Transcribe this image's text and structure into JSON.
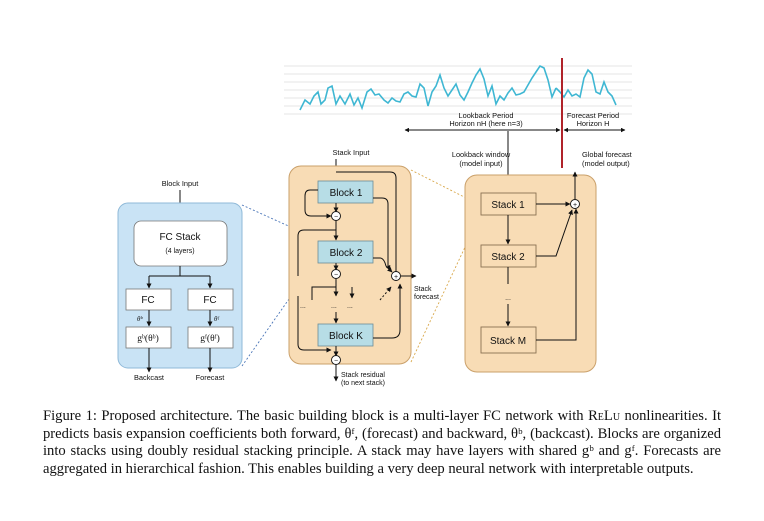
{
  "diagram": {
    "block": {
      "input": "Block Input",
      "fc_stack": "FC Stack",
      "fc_stack_sub": "(4 layers)",
      "fc_left": "FC",
      "fc_right": "FC",
      "theta_b": "θᵇ",
      "theta_f": "θᶠ",
      "g_b": "gᵇ(θᵇ)",
      "g_f": "gᶠ(θᶠ)",
      "backcast": "Backcast",
      "forecast": "Forecast"
    },
    "stack": {
      "input": "Stack Input",
      "block1": "Block 1",
      "block2": "Block 2",
      "blockK": "Block K",
      "dots": "...",
      "stack_forecast_1": "Stack",
      "stack_forecast_2": "forecast",
      "residual_1": "Stack residual",
      "residual_2": "(to next stack)"
    },
    "model": {
      "lookback_window_1": "Lookback window",
      "lookback_window_2": "(model input)",
      "global_forecast_1": "Global forecast",
      "global_forecast_2": "(model output)",
      "stack1": "Stack 1",
      "stack2": "Stack 2",
      "stackM": "Stack M",
      "dots": "..."
    },
    "timeseries": {
      "lookback_1": "Lookback Period",
      "lookback_2": "Horizon nH (here n=3)",
      "forecast_1": "Forecast Period",
      "forecast_2": "Horizon H"
    }
  },
  "caption": {
    "p1": "Figure 1: Proposed architecture. The basic building block is a multi-layer FC network with ",
    "relu": "ReLu",
    "p2": " nonlinearities. It predicts basis expansion coefficients both forward, θᶠ, (forecast) and backward, θᵇ, (backcast). Blocks are organized into stacks using doubly residual stacking principle. A stack may have layers with shared gᵇ and gᶠ. Forecasts are aggregated in hierarchical fashion. This enables building a very deep neural network with interpretable outputs."
  },
  "colors": {
    "blue_panel": "#c9e3f5",
    "orange_panel": "#f8dcb5",
    "teal_box": "#b7dde6",
    "red_line": "#b0232a",
    "series": "#3fb7d3"
  }
}
